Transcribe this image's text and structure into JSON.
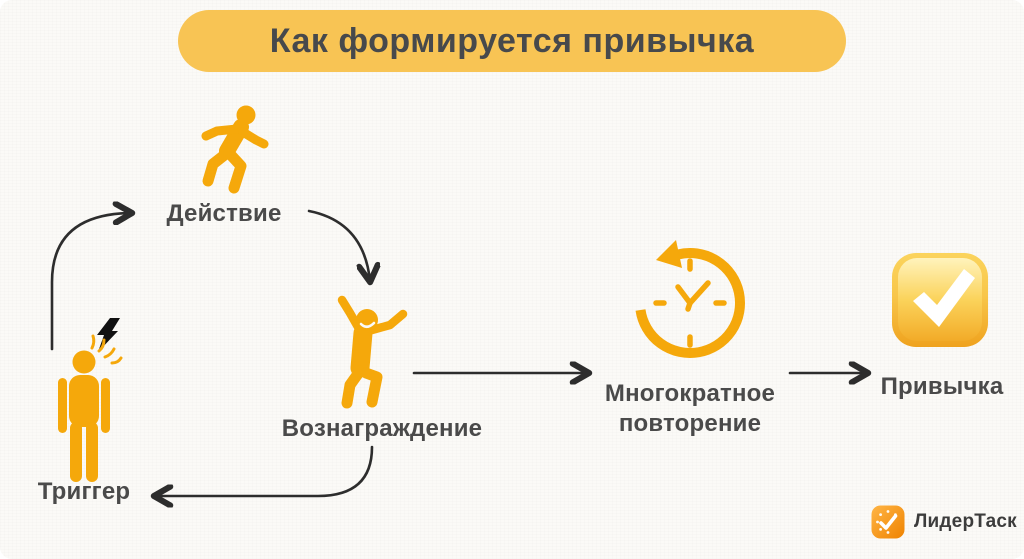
{
  "title": {
    "text": "Как формируется привычка"
  },
  "nodes": {
    "trigger": {
      "label": "Триггер",
      "icon": "person-stressed-lightning-icon"
    },
    "action": {
      "label": "Действие",
      "icon": "person-running-icon"
    },
    "reward": {
      "label": "Вознаграждение",
      "icon": "person-jumping-icon"
    },
    "repetition": {
      "label": "Многократное повторение",
      "icon": "clock-repeat-icon"
    },
    "habit": {
      "label": "Привычка",
      "icon": "checkmark-badge-icon"
    }
  },
  "flow": [
    "trigger → action",
    "action → reward",
    "reward → repetition",
    "repetition → habit",
    "reward → trigger (loop back)"
  ],
  "logo": {
    "name": "ЛидерТаск",
    "icon": "leadertask-check-clock-icon"
  },
  "colors": {
    "accent_orange": "#F5A80B",
    "banner_yellow": "#F8C454",
    "habit_badge_gradient_top": "#FFE58A",
    "habit_badge_gradient_bottom": "#F0A41F",
    "text_dark": "#4A4A4A",
    "arrow_black": "#2D2D2D",
    "background": "#FBFAF7"
  }
}
